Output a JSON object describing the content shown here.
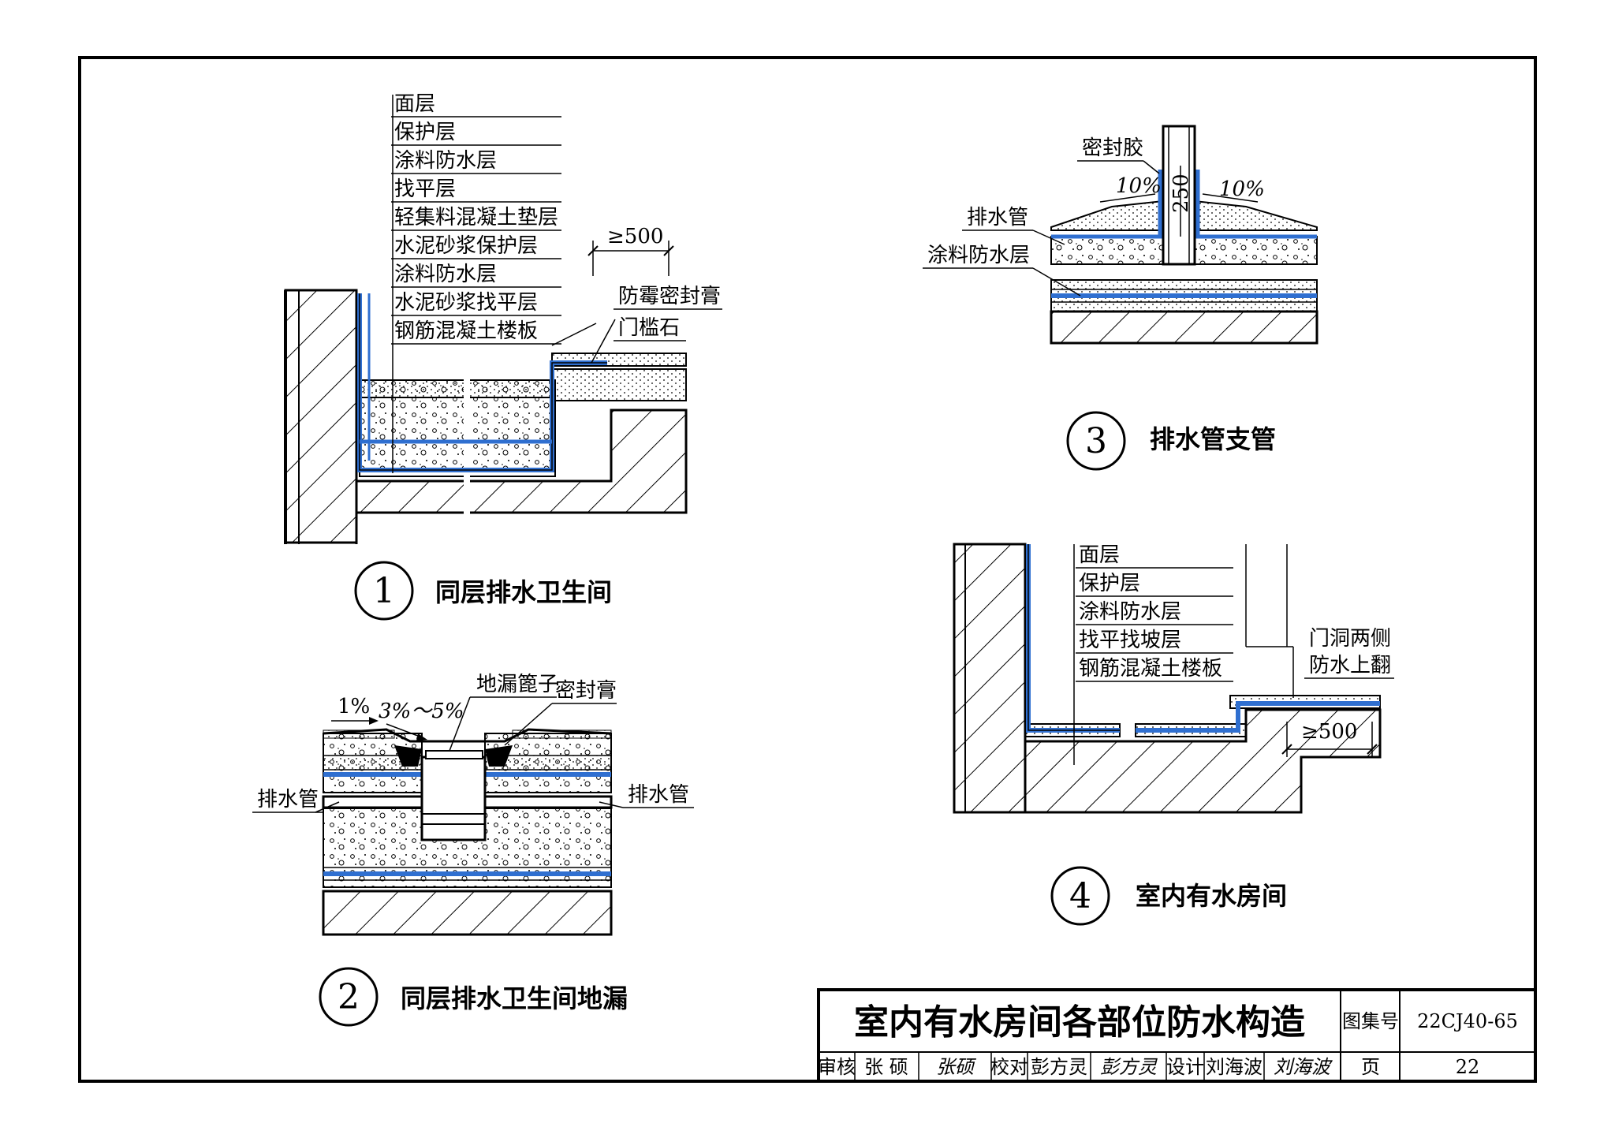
{
  "details": {
    "d1": {
      "number": "1",
      "caption": "同层排水卫生间",
      "layers": [
        "面层",
        "保护层",
        "涂料防水层",
        "找平层",
        "轻集料混凝土垫层",
        "水泥砂浆保护层",
        "涂料防水层",
        "水泥砂浆找平层",
        "钢筋混凝土楼板"
      ],
      "dim": "≥500",
      "notes": [
        "防霉密封膏",
        "门槛石"
      ]
    },
    "d2": {
      "number": "2",
      "caption": "同层排水卫生间地漏",
      "labels": {
        "grate": "地漏篦子",
        "sealant": "密封膏",
        "slope1": "1%",
        "slope2": "3%～5%",
        "pipe_left": "排水管",
        "pipe_right": "排水管"
      }
    },
    "d3": {
      "number": "3",
      "caption": "排水管支管",
      "labels": {
        "sealant": "密封胶",
        "slope_left": "10%",
        "slope_right": "10%",
        "dim": "250",
        "pipe": "排水管",
        "coating": "涂料防水层"
      }
    },
    "d4": {
      "number": "4",
      "caption": "室内有水房间",
      "layers": [
        "面层",
        "保护层",
        "涂料防水层",
        "找平找坡层",
        "钢筋混凝土楼板"
      ],
      "note_lines": [
        "门洞两侧",
        "防水上翻"
      ],
      "dim": "≥500"
    }
  },
  "title_block": {
    "title": "室内有水房间各部位防水构造",
    "atlas_label": "图集号",
    "atlas_no": "22CJ40-65",
    "review_label": "审核",
    "reviewer": "张 硕",
    "reviewer_sig": "张硕",
    "check_label": "校对",
    "checker": "彭方灵",
    "checker_sig": "彭方灵",
    "design_label": "设计",
    "designer": "刘海波",
    "designer_sig": "刘海波",
    "page_label": "页",
    "page_no": "22"
  },
  "colors": {
    "waterproof": "#2f6fd0",
    "line": "#000000"
  }
}
